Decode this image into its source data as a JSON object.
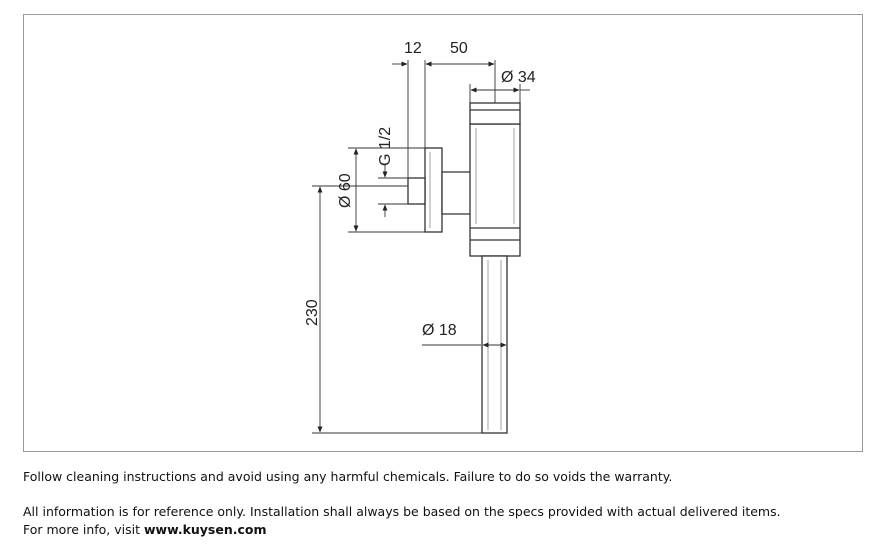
{
  "drawing": {
    "dimensions": {
      "flange_thickness": "12",
      "offset": "50",
      "top_diameter": "Ø 34",
      "thread": "G 1/2",
      "flange_diameter": "Ø 60",
      "height": "230",
      "pipe_diameter": "Ø 18"
    }
  },
  "notes": {
    "cleaning": "Follow cleaning instructions and avoid using any harmful chemicals. Failure to do so voids the warranty.",
    "reference": "All information is for reference only. Installation shall always be based on the specs provided with actual delivered items.",
    "more_info_prefix": "For more info, visit ",
    "website": "www.kuysen.com"
  }
}
